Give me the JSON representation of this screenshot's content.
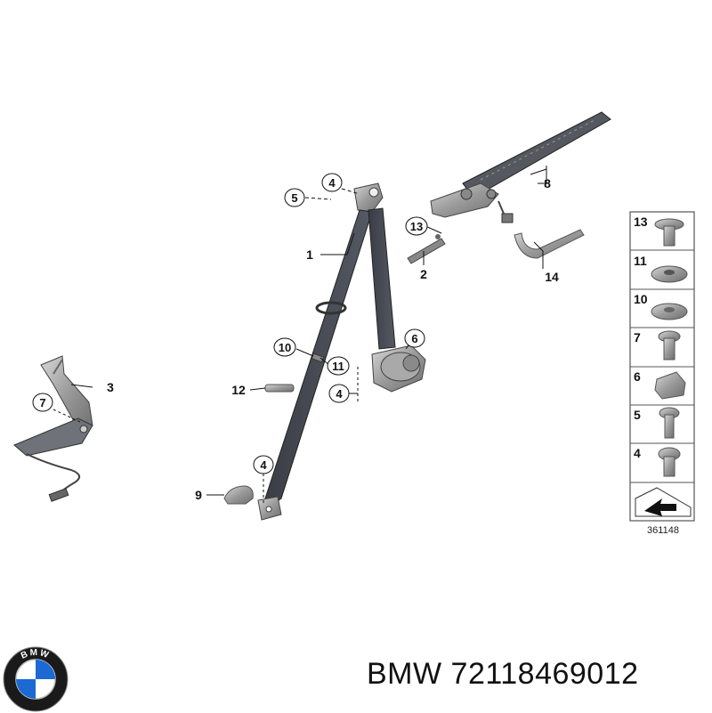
{
  "footer": {
    "brand": "BMW",
    "part_number": "72118469012"
  },
  "logo": {
    "letters": "BMW",
    "colors": {
      "ring": "#1a1a1a",
      "blue": "#1c69d4",
      "white": "#ffffff"
    }
  },
  "diagram": {
    "reference_number": "361148",
    "callouts": [
      {
        "id": "c4a",
        "text": "4"
      },
      {
        "id": "c5",
        "text": "5"
      },
      {
        "id": "c13",
        "text": "13"
      },
      {
        "id": "c6",
        "text": "6"
      },
      {
        "id": "c10",
        "text": "10"
      },
      {
        "id": "c11",
        "text": "11"
      },
      {
        "id": "c4b",
        "text": "4"
      },
      {
        "id": "c7",
        "text": "7"
      },
      {
        "id": "c4c",
        "text": "4"
      }
    ],
    "labels": [
      {
        "id": "l1",
        "text": "1"
      },
      {
        "id": "l2",
        "text": "2"
      },
      {
        "id": "l3",
        "text": "3"
      },
      {
        "id": "l8",
        "text": "8"
      },
      {
        "id": "l9",
        "text": "9"
      },
      {
        "id": "l12",
        "text": "12"
      },
      {
        "id": "l14",
        "text": "14"
      }
    ],
    "legend": [
      "13",
      "11",
      "10",
      "7",
      "6",
      "5",
      "4"
    ]
  }
}
